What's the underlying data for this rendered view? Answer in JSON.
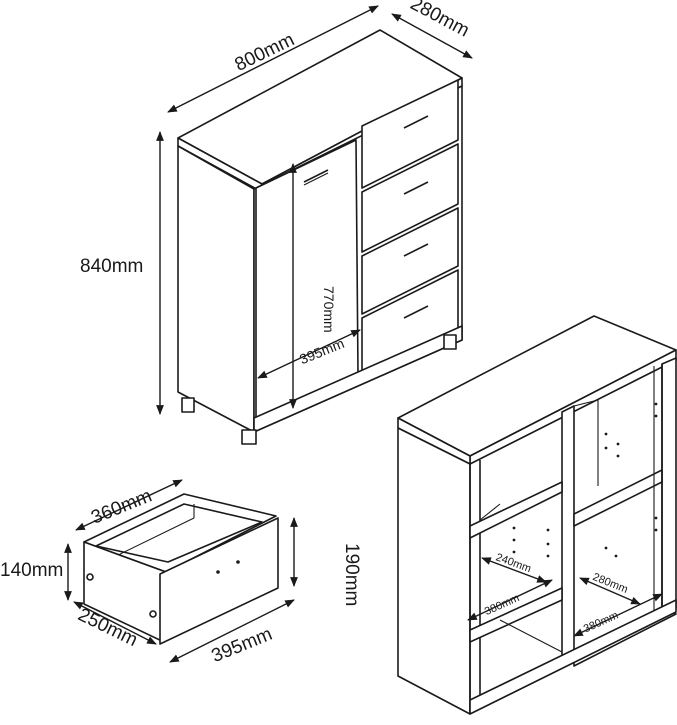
{
  "dimensions": {
    "top_width": "800mm",
    "top_depth": "280mm",
    "height": "840mm",
    "door_height": "770mm",
    "door_width": "395mm",
    "drawer_width": "360mm",
    "drawer_height_side": "140mm",
    "drawer_front_height": "190mm",
    "drawer_depth": "250mm",
    "drawer_front_width": "395mm",
    "shelf_depth_left": "240mm",
    "shelf_width_left": "380mm",
    "shelf_depth_right": "280mm",
    "shelf_width_right": "380mm"
  },
  "colors": {
    "line": "#1a1a1a",
    "background": "#ffffff"
  }
}
